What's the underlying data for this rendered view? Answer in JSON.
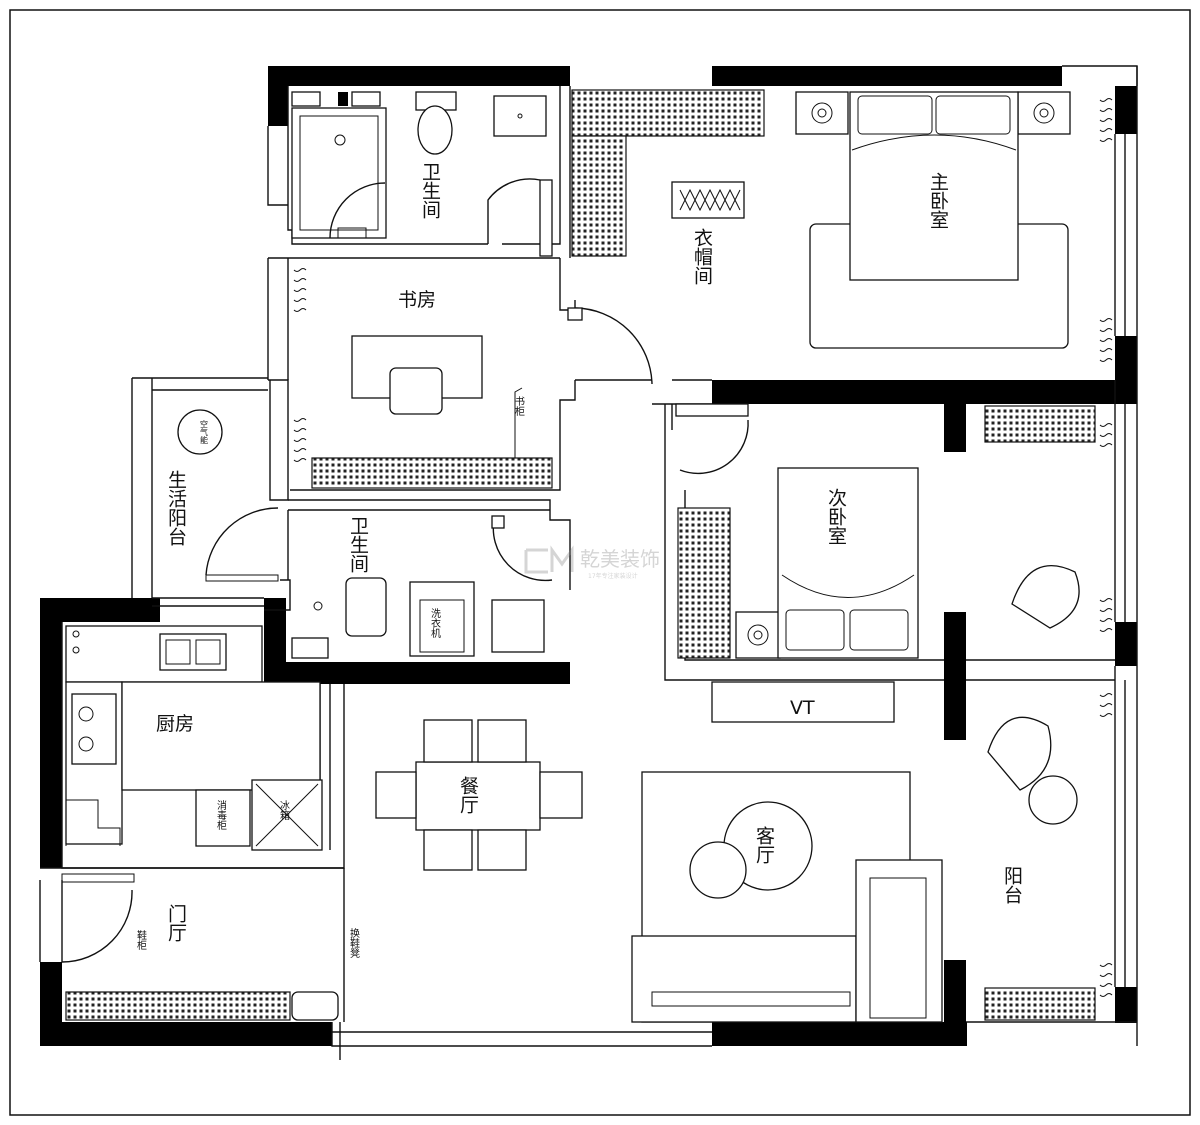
{
  "rooms": {
    "bathroom_top": "卫生间",
    "cloakroom": "衣帽间",
    "master_bedroom": "主卧室",
    "study": "书房",
    "utility_balcony": "生活阳台",
    "bathroom_mid": "卫生间",
    "second_bedroom": "次卧室",
    "kitchen": "厨房",
    "dining": "餐厅",
    "living": "客厅",
    "balcony": "阳台",
    "entrance": "门厅"
  },
  "fixtures": {
    "air_energy": "空气能",
    "bookcase": "书柜",
    "washer_dryer": "洗衣机",
    "fridge": "冰箱",
    "dishwasher": "消毒柜",
    "shoe_cabinet": "鞋柜",
    "shoe_bench": "换鞋凳",
    "tv": "VT"
  },
  "watermark": {
    "brand": "乾美装饰",
    "tagline": "17年专注家装设计"
  }
}
